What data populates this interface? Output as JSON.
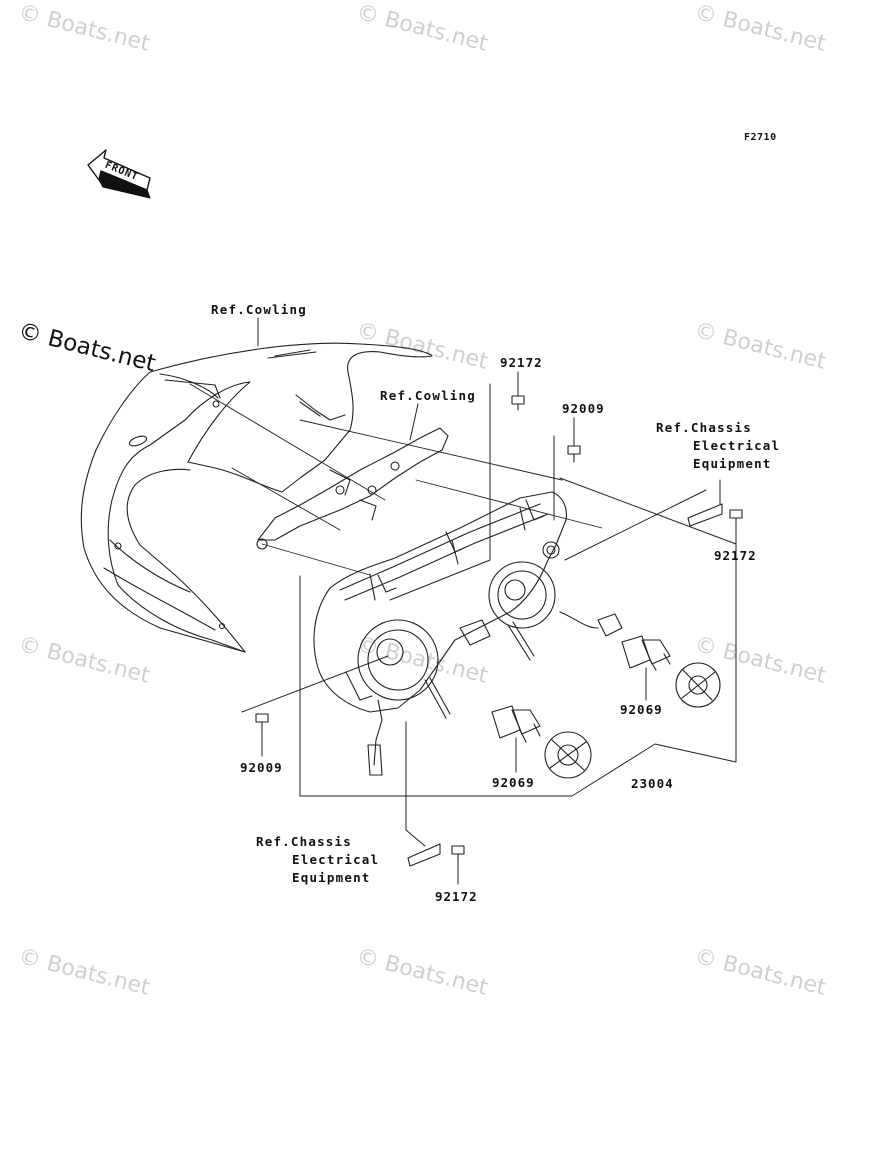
{
  "diagram_code": "F2710",
  "front_label": "FRONT",
  "watermark": "© Boats.net",
  "refs": {
    "cowling_top": "Ref.Cowling",
    "cowling_inner": "Ref.Cowling",
    "chassis_right": [
      "Ref.Chassis",
      "Electrical",
      "Equipment"
    ],
    "chassis_bottom": [
      "Ref.Chassis",
      "Electrical",
      "Equipment"
    ]
  },
  "parts": {
    "p92172_top": "92172",
    "p92009_top": "92009",
    "p92172_right": "92172",
    "p92069_right": "92069",
    "p92009_left": "92009",
    "p92069_center": "92069",
    "p23004": "23004",
    "p92172_bottom": "92172"
  }
}
